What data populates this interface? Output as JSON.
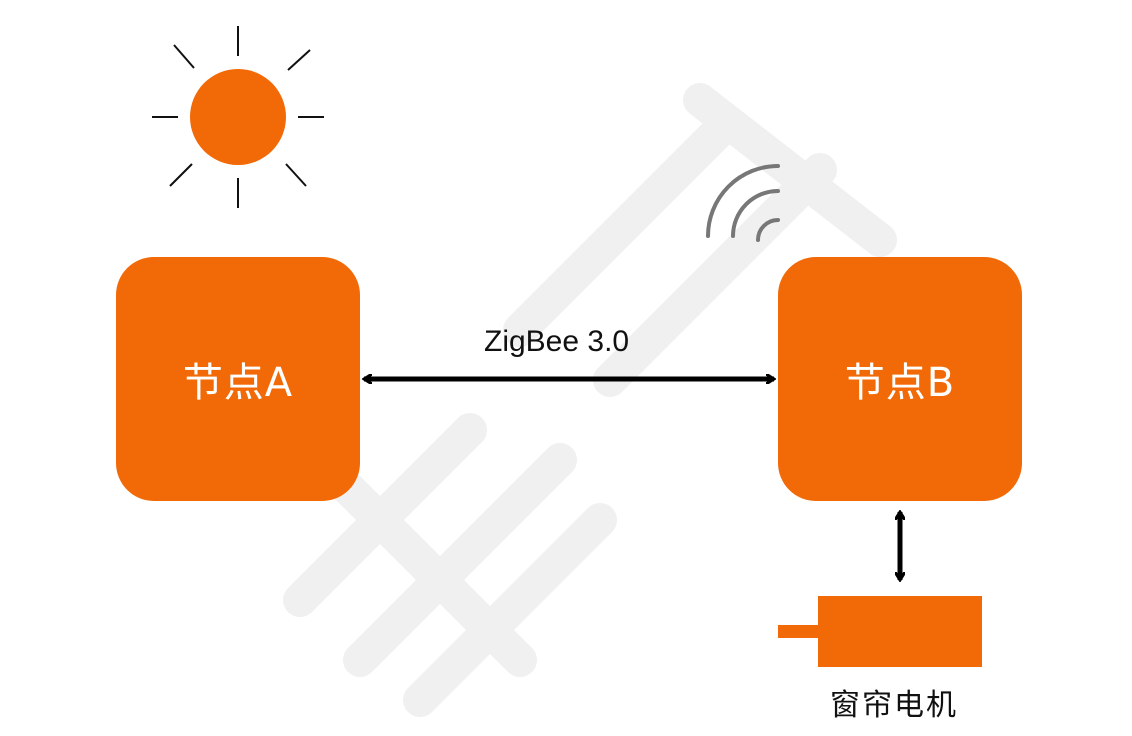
{
  "colors": {
    "accent": "#F26A07",
    "arrow": "#000000",
    "signal": "#777777",
    "sun_rays": "#111111",
    "watermark": "#EFEFEF"
  },
  "node_a": {
    "label": "节点A"
  },
  "node_b": {
    "label": "节点B"
  },
  "link": {
    "label": "ZigBee 3.0"
  },
  "motor": {
    "label": "窗帘电机"
  },
  "icons": [
    "sun-icon",
    "wireless-signal-icon",
    "curtain-motor-icon",
    "double-arrow-icon"
  ]
}
